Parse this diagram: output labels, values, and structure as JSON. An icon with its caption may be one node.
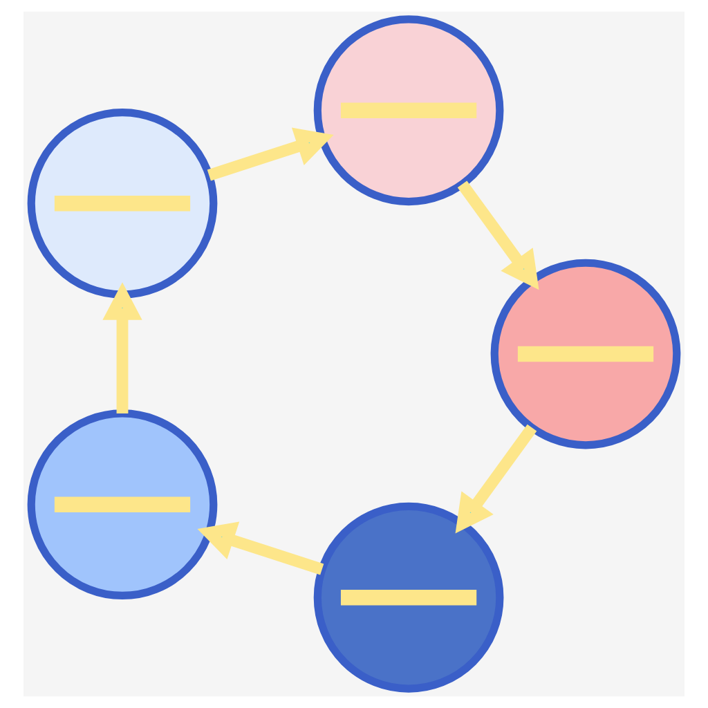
{
  "diagram": {
    "nodes": [
      {
        "text": [],
        "shape": "circle"
      },
      {
        "text": [],
        "shape": "circle"
      },
      {
        "text": [],
        "shape": "circle"
      },
      {
        "text": [],
        "shape": "circle"
      },
      {
        "text": [],
        "shape": "circle"
      }
    ],
    "edges": [
      {
        "from": 0,
        "to": 2,
        "arrow": "to"
      },
      {
        "from": 2,
        "to": 4,
        "arrow": "to"
      },
      {
        "from": 4,
        "to": 3,
        "arrow": "to"
      },
      {
        "from": 3,
        "to": 1,
        "arrow": "to"
      },
      {
        "from": 1,
        "to": 0,
        "arrow": "to"
      }
    ]
  }
}
